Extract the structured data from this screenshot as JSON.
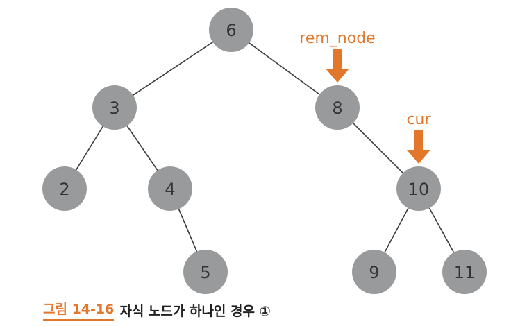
{
  "diagram": {
    "colors": {
      "node_fill": "#999a9c",
      "edge": "#3a3a3a",
      "accent": "#e2762b",
      "text": "#333333"
    },
    "nodes": [
      {
        "id": "6",
        "label": "6"
      },
      {
        "id": "3",
        "label": "3"
      },
      {
        "id": "8",
        "label": "8"
      },
      {
        "id": "2",
        "label": "2"
      },
      {
        "id": "4",
        "label": "4"
      },
      {
        "id": "10",
        "label": "10"
      },
      {
        "id": "5",
        "label": "5"
      },
      {
        "id": "9",
        "label": "9"
      },
      {
        "id": "11",
        "label": "11"
      }
    ],
    "edges": [
      [
        "6",
        "3"
      ],
      [
        "6",
        "8"
      ],
      [
        "3",
        "2"
      ],
      [
        "3",
        "4"
      ],
      [
        "4",
        "5"
      ],
      [
        "8",
        "10"
      ],
      [
        "10",
        "9"
      ],
      [
        "10",
        "11"
      ]
    ],
    "pointers": [
      {
        "id": "rem_node",
        "label": "rem_node",
        "target": "8"
      },
      {
        "id": "cur",
        "label": "cur",
        "target": "10"
      }
    ]
  },
  "caption": {
    "number": "그림 14-16",
    "text": "자식 노드가 하나인 경우 ①"
  }
}
